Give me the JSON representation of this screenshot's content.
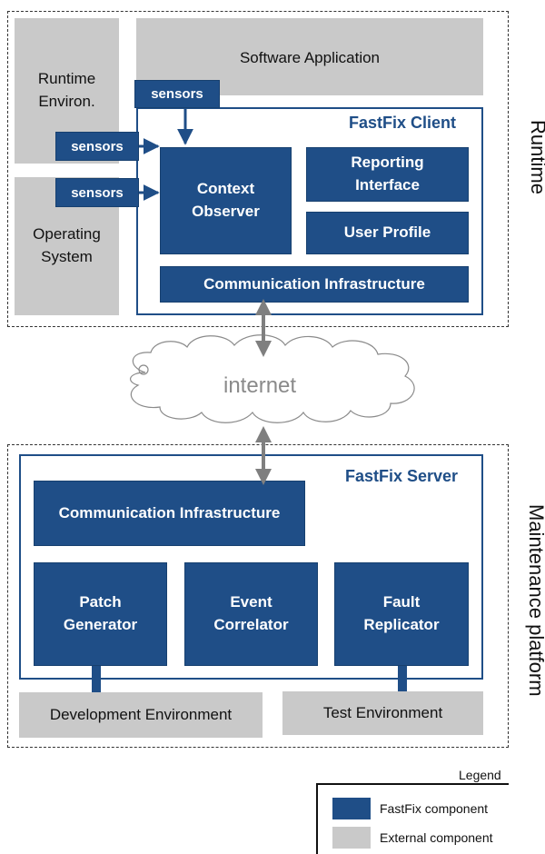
{
  "runtime": {
    "label": "Runtime",
    "software_application": "Software Application",
    "runtime_environ": "Runtime\nEnviron.",
    "operating_system": "Operating\nSystem",
    "sensors": [
      "sensors",
      "sensors",
      "sensors"
    ],
    "client": {
      "title": "FastFix Client",
      "context_observer": "Context\nObserver",
      "reporting_interface": "Reporting\nInterface",
      "user_profile": "User Profile",
      "communication_infrastructure": "Communication Infrastructure"
    }
  },
  "internet": "internet",
  "maintenance": {
    "label": "Maintenance  platform",
    "server": {
      "title": "FastFix Server",
      "communication_infrastructure": "Communication Infrastructure",
      "patch_generator": "Patch\nGenerator",
      "event_correlator": "Event\nCorrelator",
      "fault_replicator": "Fault\nReplicator"
    },
    "development_environment": "Development Environment",
    "test_environment": "Test Environment"
  },
  "legend": {
    "title": "Legend",
    "items": [
      {
        "label": "FastFix component",
        "color": "#1f4e87"
      },
      {
        "label": "External component",
        "color": "#c9c9c9"
      }
    ]
  }
}
